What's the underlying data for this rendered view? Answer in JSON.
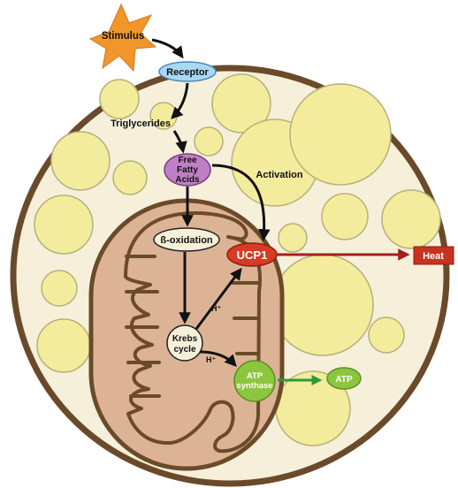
{
  "diagram": {
    "labels": {
      "stimulus": "Stimulus",
      "receptor": "Receptor",
      "triglycerides": "Triglycerides",
      "ffa_line1": "Free",
      "ffa_line2": "Fatty",
      "ffa_line3": "Acids",
      "activation": "Activation",
      "beta_oxidation": "ß-oxidation",
      "ucp1": "UCP1",
      "heat": "Heat",
      "h_plus_1": "H⁺",
      "h_plus_2": "H⁺",
      "krebs_line1": "Krebs",
      "krebs_line2": "cycle",
      "atp_synthase_line1": "ATP",
      "atp_synthase_line2": "synthase",
      "atp": "ATP"
    },
    "colors": {
      "cell_membrane": "#6b4a2a",
      "cytoplasm": "#f6f0da",
      "lipid_droplet": "#f3ec9c",
      "lipid_outline": "#b7b07a",
      "mitochondrion": "#dcb495",
      "mito_outline": "#6b4a2a",
      "stimulus_star": "#f0962a",
      "receptor": "#a9d8f3",
      "free_fatty_acids": "#c07fc4",
      "ucp1": "#d83a22",
      "heat": "#c8321e",
      "heat_arrow": "#a41f1f",
      "atp_synthase": "#8cc63e",
      "atp": "#8cc63e",
      "atp_arrow": "#2e9a3a"
    }
  }
}
